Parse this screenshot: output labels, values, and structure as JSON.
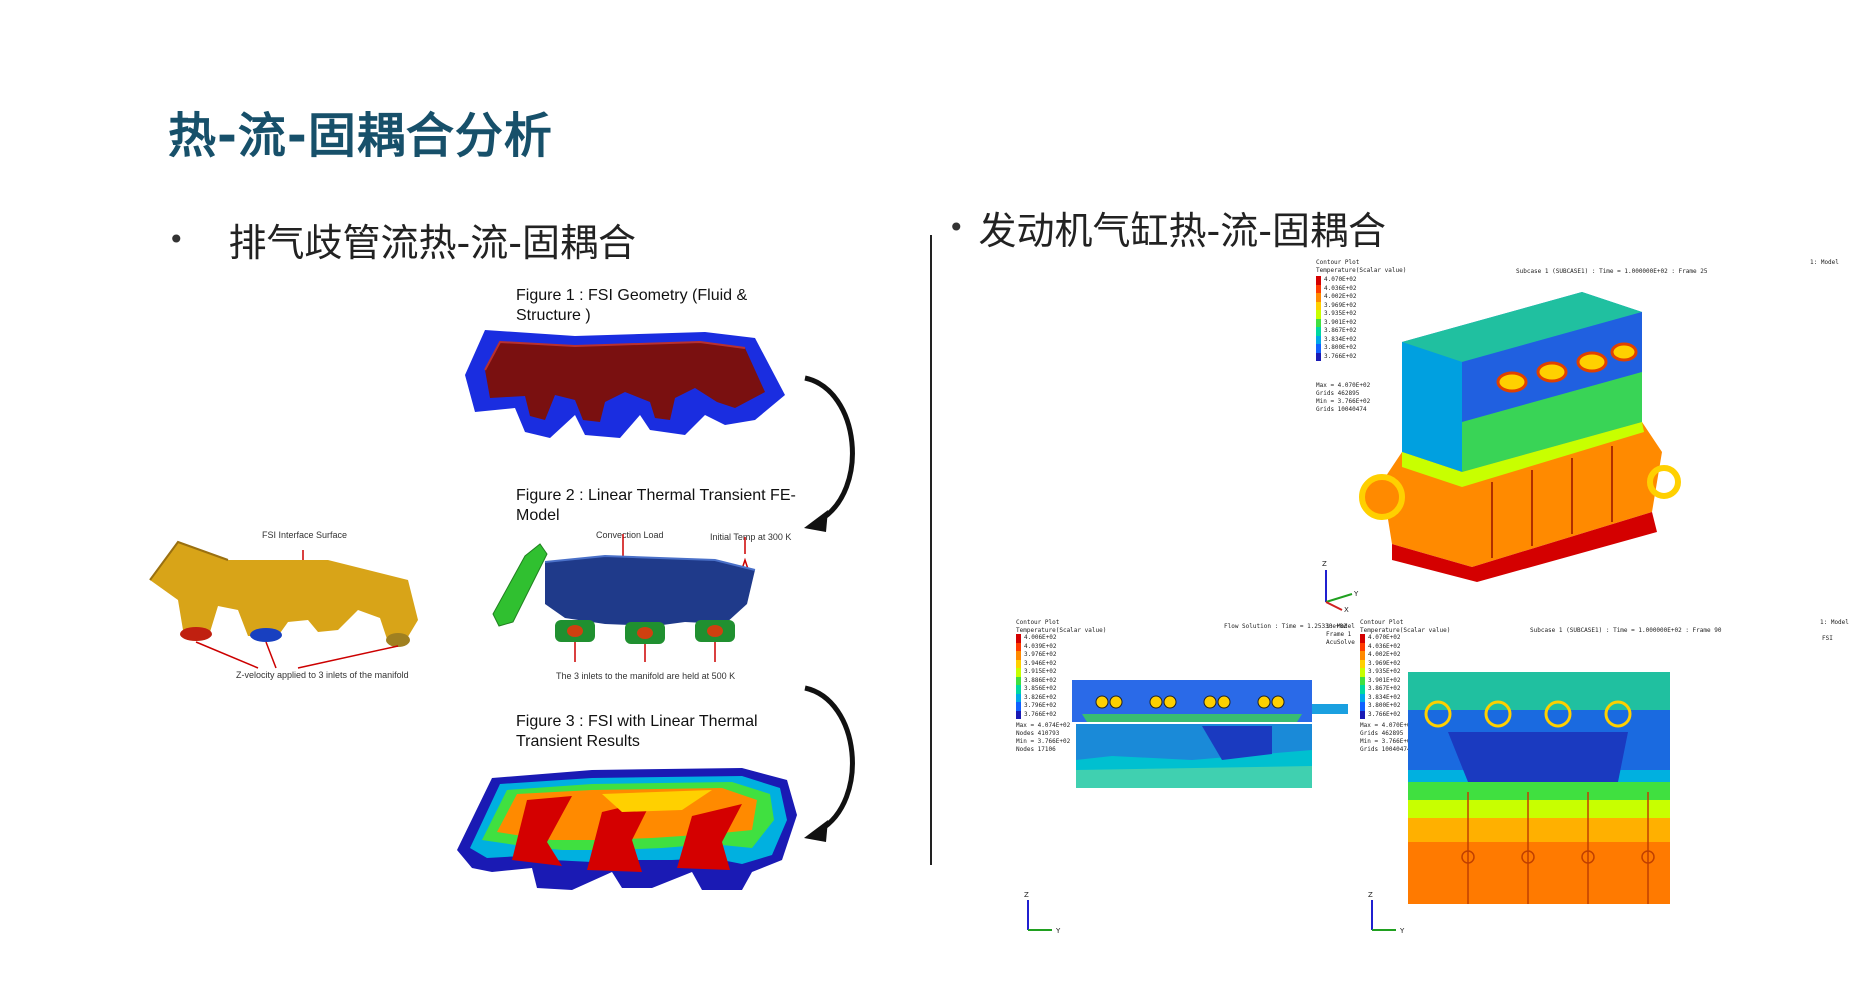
{
  "page": {
    "title": "热-流-固耦合分析"
  },
  "left_section": {
    "bullet": "排气歧管流热-流-固耦合",
    "figure1_caption": "Figure 1 : FSI Geometry (Fluid & Structure )",
    "figure2_caption": "Figure 2 : Linear Thermal Transient FE-Model",
    "figure3_caption": "Figure 3 : FSI with Linear Thermal Transient Results",
    "interface_label": "FSI Interface Surface",
    "velocity_label": "Z-velocity applied to 3 inlets of the manifold",
    "convection_label": "Convection Load",
    "initial_temp_label": "Initial Temp at 300 K",
    "inlets_label": "The 3 inlets to the manifold are held at 500 K"
  },
  "right_section": {
    "bullet": "发动机气缸热-流-固耦合",
    "top_plot": {
      "legend_title": "Contour Plot",
      "legend_sub": "Temperature(Scalar value)",
      "legend_values": [
        "4.070E+02",
        "4.036E+02",
        "4.002E+02",
        "3.969E+02",
        "3.935E+02",
        "3.901E+02",
        "3.867E+02",
        "3.834E+02",
        "3.800E+02",
        "3.766E+02"
      ],
      "stats": [
        "Max = 4.070E+02",
        "Grids 462895",
        "Min = 3.766E+02",
        "Grids 10040474"
      ],
      "model_label": "1: Model",
      "subcase_label": "Subcase 1 (SUBCASE1) : Time = 1.000000E+02 : Frame 25"
    },
    "bottom_left_plot": {
      "legend_title": "Contour Plot",
      "legend_sub": "Temperature(Scalar value)",
      "legend_values": [
        "4.006E+02",
        "4.039E+02",
        "3.976E+02",
        "3.946E+02",
        "3.915E+02",
        "3.886E+02",
        "3.856E+02",
        "3.826E+02",
        "3.796E+02",
        "3.766E+02"
      ],
      "stats": [
        "Max = 4.074E+02",
        "Nodes 410793",
        "Min = 3.766E+02",
        "Nodes 17106"
      ],
      "solution_label": "Flow Solution : Time = 1.25330e+02",
      "frame_label": "Frame 1",
      "model_label": "1: Model",
      "solver_label": "AcuSolve"
    },
    "bottom_right_plot": {
      "legend_title": "Contour Plot",
      "legend_sub": "Temperature(Scalar value)",
      "legend_values": [
        "4.070E+02",
        "4.036E+02",
        "4.002E+02",
        "3.969E+02",
        "3.935E+02",
        "3.901E+02",
        "3.867E+02",
        "3.834E+02",
        "3.800E+02",
        "3.766E+02"
      ],
      "stats": [
        "Max = 4.070E+02",
        "Grids 462895",
        "Min = 3.766E+02",
        "Grids 10040474"
      ],
      "model_label": "1: Model",
      "subcase_label": "Subcase 1 (SUBCASE1) : Time = 1.000000E+02 : Frame 90",
      "fsi_label": "FSI"
    },
    "axis_labels": {
      "z": "Z",
      "y": "Y",
      "x": "X"
    }
  },
  "colors": {
    "title": "#17506a",
    "contour_scale": [
      "#d40000",
      "#ff3b00",
      "#ff8a00",
      "#ffd000",
      "#c8ff00",
      "#40e040",
      "#00d8a0",
      "#00a8e8",
      "#1060ff",
      "#1a1ab4"
    ],
    "geometry_fluid": "#7a1010",
    "geometry_structure": "#1a2de0",
    "fe_mesh": "#1f3a8a",
    "interface_surface": "#d8a418"
  }
}
